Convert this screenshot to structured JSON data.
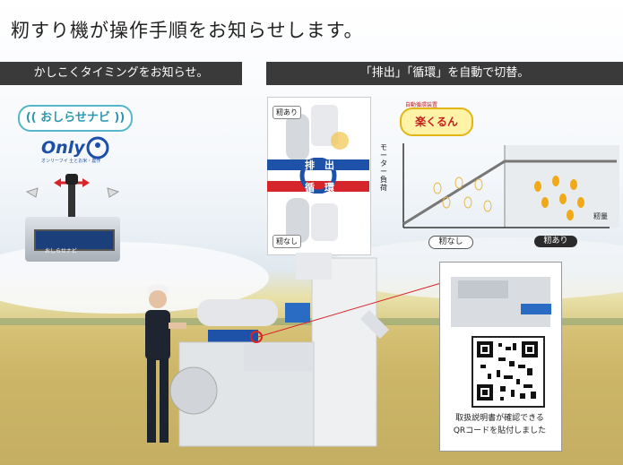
{
  "title": "籾すり機が操作手順をお知らせします。",
  "left_header": "かしこくタイミングをお知らせ。",
  "right_header": "「排出」「循環」を自動で切替。",
  "notify_badge": "おしらせナビ",
  "only_logo": "Only",
  "only_subtext": "オンリーフイ 土とお米・農作",
  "panel_label": "おしらせナビ",
  "diagram": {
    "top_tag": "籾あり",
    "bottom_tag": "籾なし",
    "discharge": "排　出",
    "circulate": "循　環"
  },
  "rakuru_logo": "楽くるん",
  "rakuru_caption": "自動循環装置",
  "chart_data": {
    "type": "line",
    "ylabel": "モーター負荷",
    "xlabel": "籾量",
    "categories": [
      "籾なし",
      "籾あり"
    ]
  },
  "qr_caption": {
    "line1": "取扱説明書が確認できる",
    "line2": "QRコードを貼付しました"
  },
  "colors": {
    "accent_red": "#d7262b",
    "accent_blue": "#1d52a8",
    "header_bg": "#3a3a3a"
  }
}
